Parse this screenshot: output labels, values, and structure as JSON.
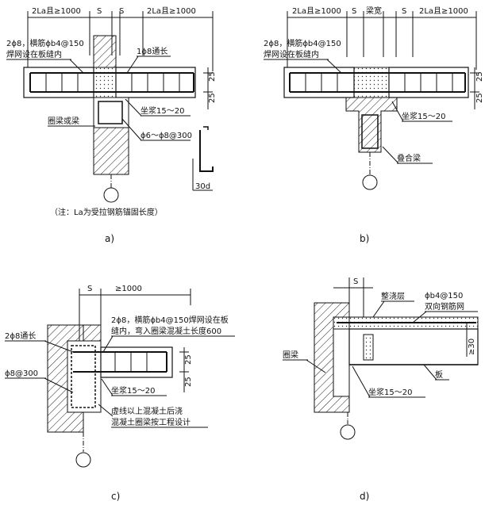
{
  "panels": {
    "a": {
      "caption": "a)",
      "dim_top": [
        "2La且≥1000",
        "S",
        "S",
        "2La且≥1000"
      ],
      "label_rebar": "2ϕ8，横筋ϕb4@150",
      "label_mesh": "焊网设在板缝内",
      "label_through": "1ϕ8通长",
      "label_beam": "圈梁或梁",
      "label_mortar": "坐浆15～20",
      "label_stirrup": "ϕ6～ϕ8@300",
      "dim_right": [
        "25",
        "25"
      ],
      "dim_hook": "30d",
      "note": "（注：La为受拉钢筋锚固长度）"
    },
    "b": {
      "caption": "b)",
      "dim_top": [
        "2La且≥1000",
        "S",
        "梁宽",
        "S",
        "2La且≥1000"
      ],
      "label_rebar": "2ϕ8，横筋ϕb4@150",
      "label_mesh": "焊网设在板缝内",
      "label_mortar": "坐浆15～20",
      "label_beam": "叠合梁",
      "dim_right": [
        "25",
        "25"
      ]
    },
    "c": {
      "caption": "c)",
      "dim_top": [
        "S",
        "≥1000"
      ],
      "label_rebar_1": "2ϕ8，横筋ϕb4@150焊网设在板",
      "label_rebar_2": "缝内，弯入圈梁混凝土长度600",
      "label_through": "2ϕ8通长",
      "label_stirrup": "ϕ8@300",
      "label_mortar": "坐浆15～20",
      "label_note_1": "虚线以上混凝土后浇",
      "label_note_2": "混凝土圈梁按工程设计",
      "dim_right": [
        "25",
        "25"
      ]
    },
    "d": {
      "caption": "d)",
      "dim_top": [
        "S"
      ],
      "label_topping": "整浇层",
      "label_mesh_1": "ϕb4@150",
      "label_mesh_2": "双向钢筋网",
      "label_beam": "圈梁",
      "label_slab": "板",
      "label_mortar": "坐浆15～20",
      "dim_right": "≥30"
    }
  }
}
